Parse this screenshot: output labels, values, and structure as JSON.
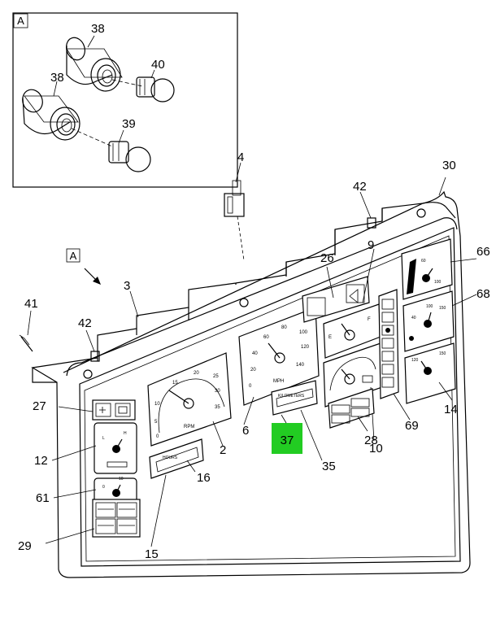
{
  "detail_label": "A",
  "view_label": "A",
  "callouts": {
    "c38a": "38",
    "c40": "40",
    "c38b": "38",
    "c39": "39",
    "c4": "4",
    "c30": "30",
    "c42a": "42",
    "c42b": "42",
    "c41": "41",
    "c3": "3",
    "c26": "26",
    "c9": "9",
    "c66": "66",
    "c68": "68",
    "c14": "14",
    "c69": "69",
    "c6": "6",
    "c2": "2",
    "c27": "27",
    "c12": "12",
    "c61": "61",
    "c29": "29",
    "c15": "15",
    "c16": "16",
    "c35": "35",
    "c37": "37",
    "c28": "28",
    "c10": "10"
  },
  "highlight_color": "#22cc22",
  "gauge_text": {
    "rpm_unit": "RPM",
    "rpm_ticks": [
      "0",
      "5",
      "10",
      "15",
      "20",
      "25",
      "30",
      "35"
    ],
    "mph_unit": "MPH",
    "mph_ticks": [
      "0",
      "20",
      "40",
      "60",
      "80",
      "100",
      "120",
      "140"
    ],
    "hours_label": "HOURS",
    "km_label": "KILOMETERS",
    "fuel_e": "E",
    "fuel_f": "F",
    "g66_ticks": [
      "60",
      "100"
    ],
    "g68_ticks": [
      "40",
      "100",
      "150"
    ],
    "g14_ticks": [
      "120",
      "150"
    ]
  }
}
